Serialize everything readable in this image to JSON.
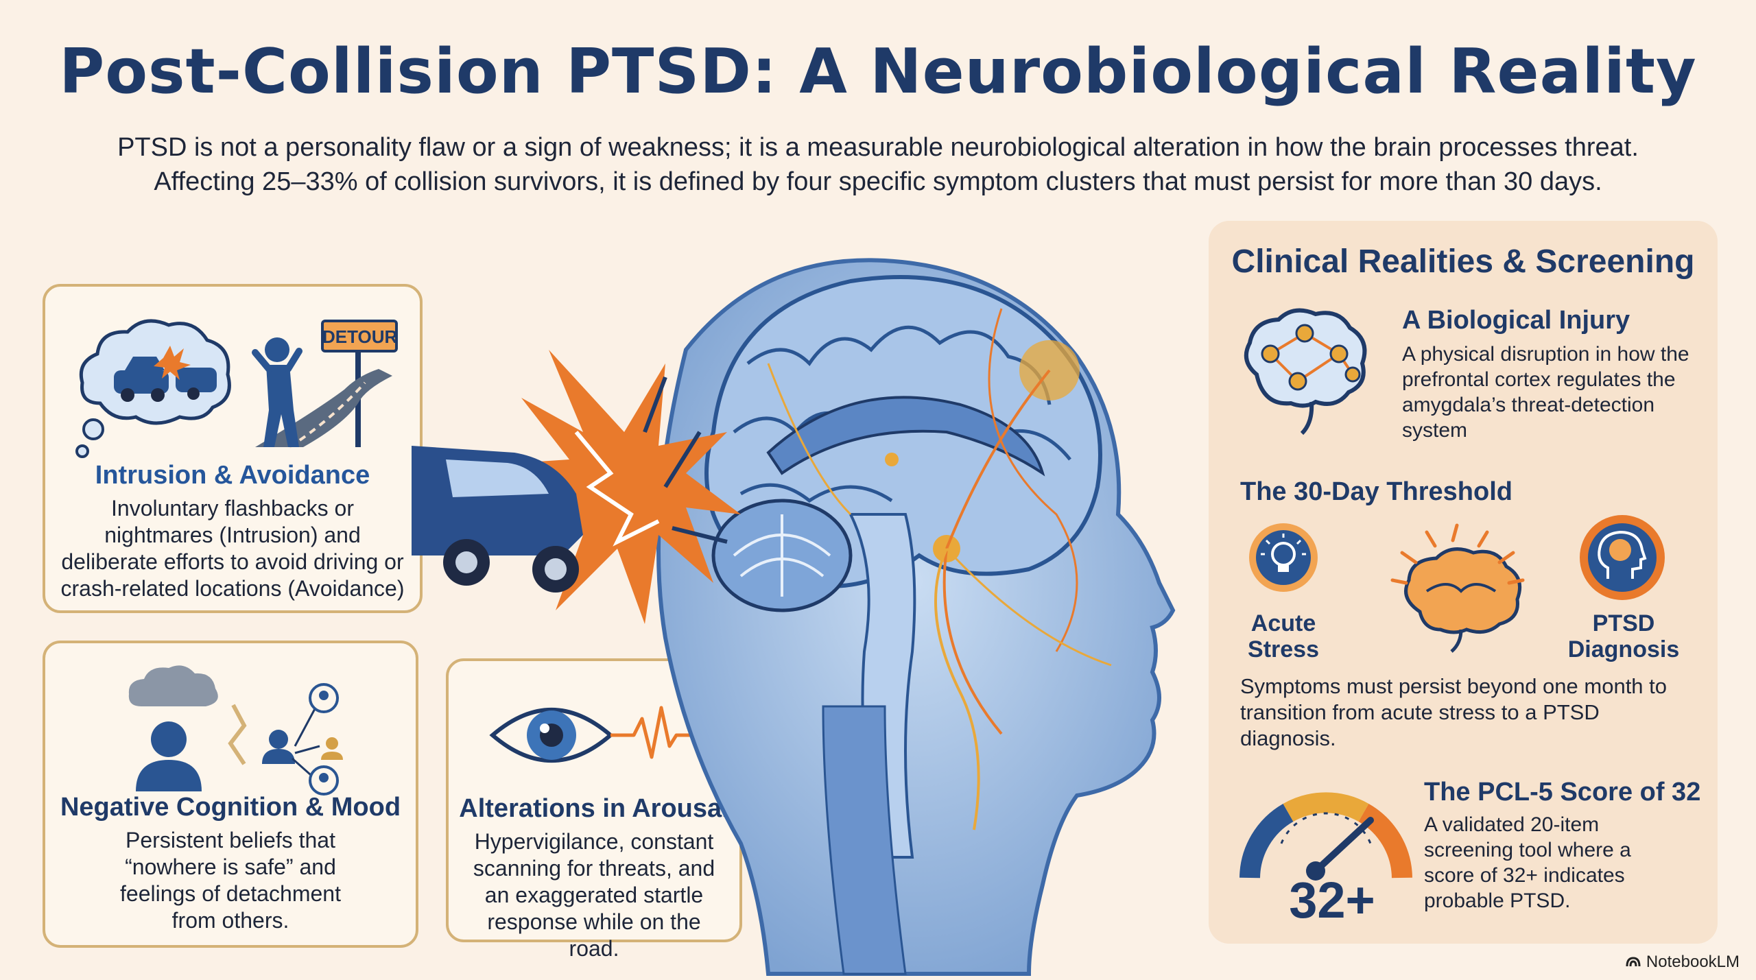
{
  "header": {
    "title": "Post-Collision PTSD: A Neurobiological Reality",
    "subtitle_line1": "PTSD is not a personality flaw or a sign of weakness; it is a measurable neurobiological alteration in how the brain processes threat.",
    "subtitle_line2": "Affecting 25–33% of collision survivors, it is defined by four specific symptom clusters that must persist for more than 30 days."
  },
  "clusters": {
    "intrusion": {
      "title": "Intrusion & Avoidance",
      "text": "Involuntary flashbacks or nightmares (Intrusion) and deliberate efforts to avoid driving or crash-related locations (Avoidance)",
      "sign": "DETOUR"
    },
    "cognition": {
      "title": "Negative Cognition & Mood",
      "text": "Persistent beliefs that “nowhere is safe” and feelings of detachment from others."
    },
    "arousal": {
      "title": "Alterations in Arousal",
      "text": "Hypervigilance, constant scanning for threats, and an exaggerated startle response while on the road."
    }
  },
  "panel": {
    "title": "Clinical Realities & Screening",
    "injury": {
      "title": "A Biological Injury",
      "text": "A physical disruption in how the prefrontal cortex regulates the amygdala’s threat-detection system"
    },
    "threshold": {
      "title": "The 30-Day Threshold",
      "acute_label": "Acute Stress",
      "ptsd_label": "PTSD Diagnosis",
      "text": "Symptoms must persist beyond one month to transition from acute stress to a PTSD diagnosis."
    },
    "pcl5": {
      "title": "The PCL-5 Score of 32",
      "text": "A validated 20-item screening tool where a score of 32+ indicates probable PTSD.",
      "gauge_value": "32+"
    }
  },
  "footer": {
    "brand": "NotebookLM"
  },
  "colors": {
    "navy": "#1f3a68",
    "blue": "#25569b",
    "orange": "#e97a2c",
    "gold": "#d4b277",
    "panel": "#f7e3ce"
  },
  "icons": [
    "thought-cloud-crash-icon",
    "detour-person-icon",
    "sad-person-cloud-icon",
    "network-people-icon",
    "eye-pulse-icon",
    "brain-network-icon",
    "lightbulb-icon",
    "stressed-brain-icon",
    "head-brain-icon",
    "gauge-icon",
    "notebooklm-logo-icon"
  ]
}
